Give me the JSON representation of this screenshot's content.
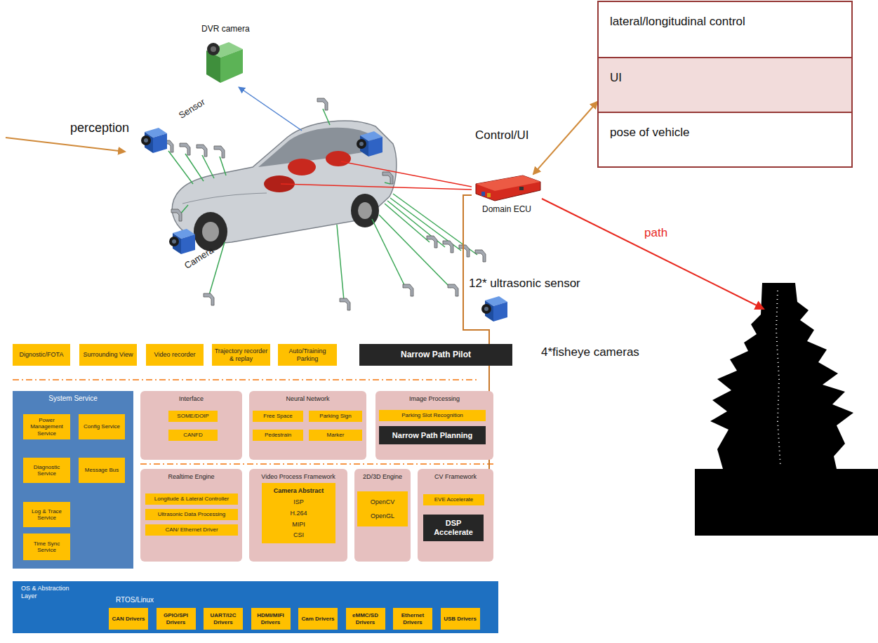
{
  "diagram": {
    "nodes": [
      {
        "text": [
          "lateral/longitudinal control"
        ]
      },
      {
        "text": [
          "UI"
        ]
      },
      {
        "text": [
          "pose of vehicle"
        ]
      },
      {
        "text": [
          "Domain ECU"
        ]
      },
      {
        "text": [
          "Dignostic/FOTA"
        ]
      },
      {
        "text": [
          "Surrounding View"
        ]
      },
      {
        "text": [
          "Video recorder"
        ]
      },
      {
        "text": [
          "Trajectory recorder & replay"
        ]
      },
      {
        "text": [
          "Auto/Training Parking"
        ]
      },
      {
        "text": [
          "Narrow Path Pilot"
        ]
      },
      {
        "text": [
          "System Service"
        ]
      },
      {
        "text": [
          "Power Management Service"
        ],
        "in": 10
      },
      {
        "text": [
          "Config Service"
        ],
        "in": 10
      },
      {
        "text": [
          "Diagnostic Service"
        ],
        "in": 10
      },
      {
        "text": [
          "Message Bus"
        ],
        "in": 10
      },
      {
        "text": [
          "Log & Trace Service"
        ],
        "in": 10
      },
      {
        "text": [
          "Time Sync Service"
        ],
        "in": 10
      },
      {
        "text": [
          "Interface"
        ]
      },
      {
        "text": [
          "SOME/DOIP"
        ],
        "in": 17
      },
      {
        "text": [
          "CANFD"
        ],
        "in": 17
      },
      {
        "text": [
          "Neural Network"
        ]
      },
      {
        "text": [
          "Free Space"
        ],
        "in": 20
      },
      {
        "text": [
          "Parking Sign"
        ],
        "in": 20
      },
      {
        "text": [
          "Pedestrain"
        ],
        "in": 20
      },
      {
        "text": [
          "Marker"
        ],
        "in": 20
      },
      {
        "text": [
          "Image Processing"
        ]
      },
      {
        "text": [
          "Parking Slot Recognition"
        ],
        "in": 25
      },
      {
        "text": [
          "Narrow Path Planning"
        ],
        "in": 25
      },
      {
        "text": [
          "Realtime Engine"
        ]
      },
      {
        "text": [
          "Longitude & Lateral Controller"
        ],
        "in": 28
      },
      {
        "text": [
          "Ultrasonic Data Processing"
        ],
        "in": 28
      },
      {
        "text": [
          "CAN/ Ethernet Driver"
        ],
        "in": 28
      },
      {
        "text": [
          "Video Process Framework"
        ]
      },
      {
        "text": [
          "Camera Abstract",
          "ISP",
          "H.264",
          "MIPI",
          "CSI"
        ],
        "in": 32
      },
      {
        "text": [
          "2D/3D Engine"
        ]
      },
      {
        "text": [
          "OpenCV",
          "OpenGL"
        ],
        "in": 34
      },
      {
        "text": [
          "CV Framework"
        ]
      },
      {
        "text": [
          "EVE Accelerate"
        ],
        "in": 36
      },
      {
        "text": [
          "DSP Accelerate"
        ],
        "in": 36
      },
      {
        "text": [
          "OS & Abstraction Layer",
          "RTOS/Linux"
        ]
      },
      {
        "text": [
          "CAN Drivers"
        ],
        "in": 39
      },
      {
        "text": [
          "GPIO/SPI Drivers"
        ],
        "in": 39
      },
      {
        "text": [
          "UART/I2C Drivers"
        ],
        "in": 39
      },
      {
        "text": [
          "HDMI/MIFI Drivers"
        ],
        "in": 39
      },
      {
        "text": [
          "Cam Drivers"
        ],
        "in": 39
      },
      {
        "text": [
          "eMMC/SD Drivers"
        ],
        "in": 39
      },
      {
        "text": [
          "Ethernet Drivers"
        ],
        "in": 39
      },
      {
        "text": [
          "USB Drivers"
        ],
        "in": 39
      }
    ],
    "edges": [
      {
        "from": 3,
        "to": 1,
        "arrow": "both",
        "label": "Control/UI"
      },
      {
        "from": 38,
        "to": 3,
        "arrow": "none"
      }
    ],
    "labels": [
      "perception",
      "DVR camera",
      "Sensor",
      "Camera",
      "path",
      "12* ultrasonic sensor",
      "4*fisheye cameras"
    ]
  }
}
